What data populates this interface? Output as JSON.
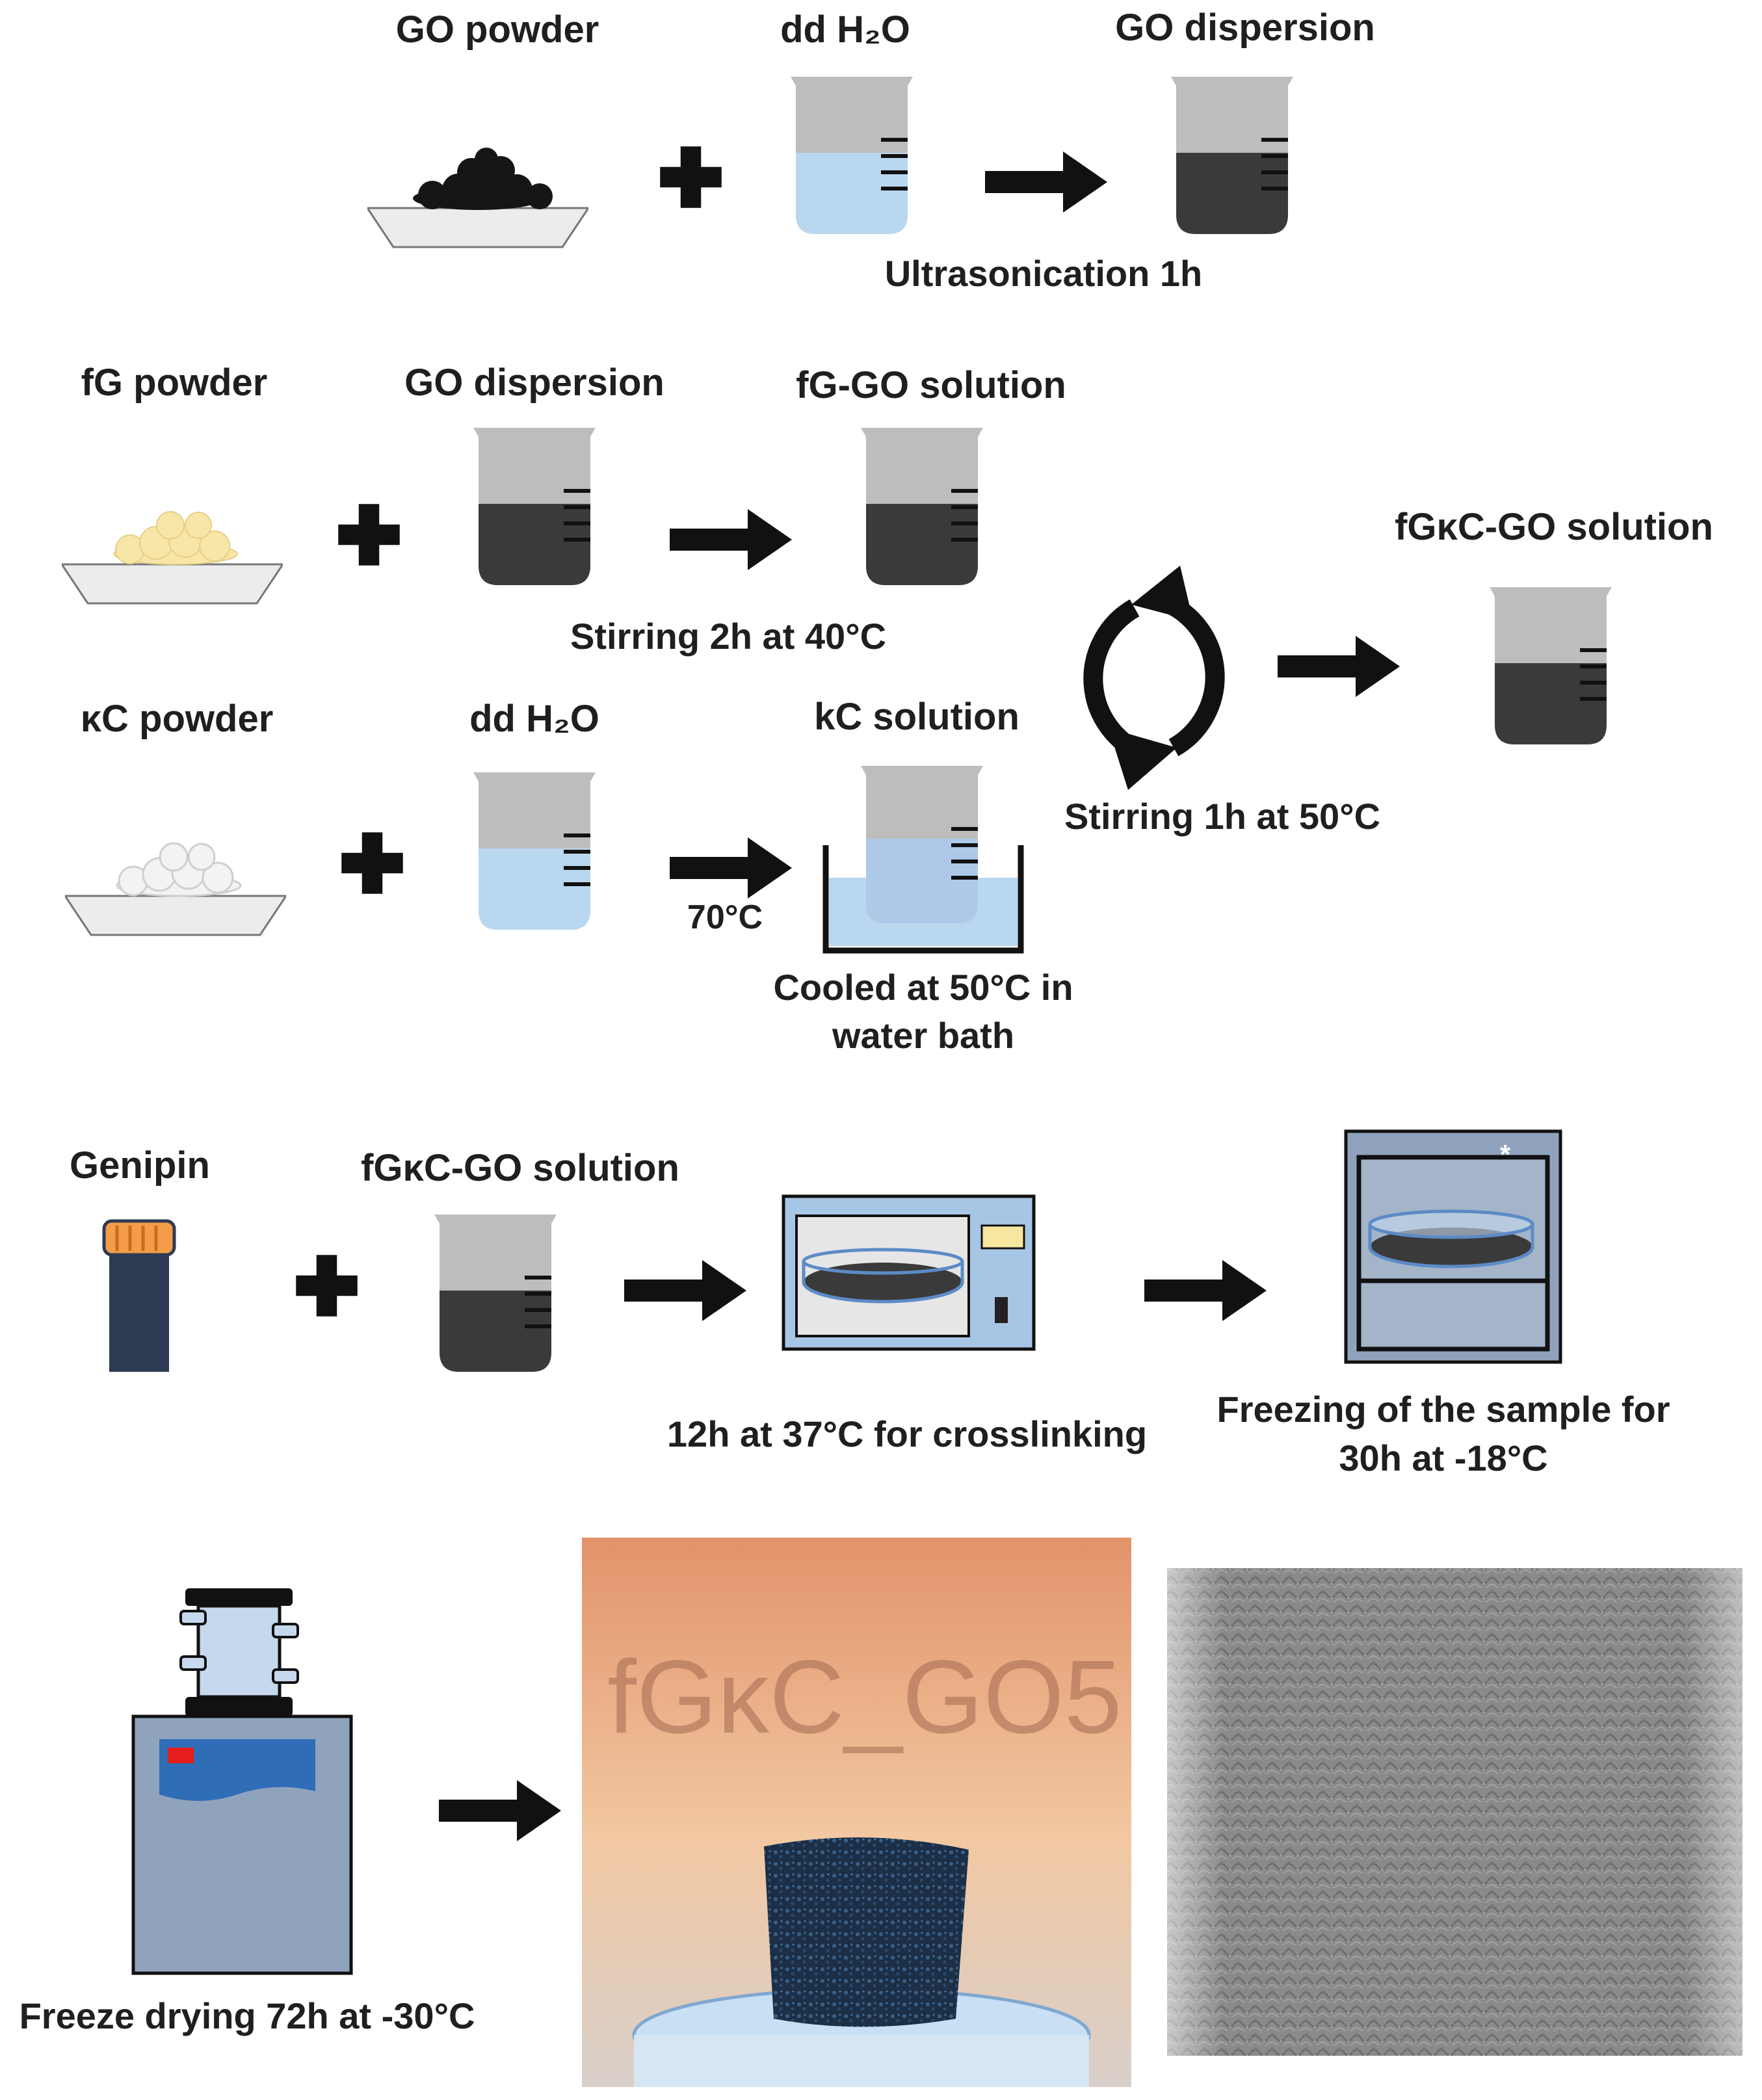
{
  "colors": {
    "beaker_glass": "#bdbdbd",
    "water": "#b9d7ef",
    "go_dark": "#3a3a3a",
    "arrow": "#111111",
    "device": "#a7c6e6",
    "lyophilizer": "#8fa3bd",
    "vial_cap": "#f39c4a",
    "vial_body": "#2e3b52"
  },
  "icons": {
    "dish": "powder-dish-icon",
    "beaker": "beaker-icon",
    "plus": "plus-icon",
    "arrow": "arrow-right-icon",
    "cycle": "cycle-arrows-icon",
    "incubator": "incubator-icon",
    "freezer": "freezer-icon",
    "freeze_dryer": "freeze-dryer-icon",
    "vial": "vial-icon",
    "sample_photo": "sample-photo",
    "micro_ct": "micro-ct-image"
  },
  "step1": {
    "go_powder": "GO powder",
    "dd_h2o": "dd H₂O",
    "go_dispersion": "GO dispersion",
    "ultrasonication": "Ultrasonication 1h"
  },
  "step2": {
    "fg_powder": "fG powder",
    "go_dispersion": "GO dispersion",
    "fg_go_solution": "fG-GO solution",
    "stirring_40": "Stirring 2h at 40°C",
    "kc_powder": "κC powder",
    "dd_h2o": "dd H₂O",
    "kc_solution": "kC solution",
    "temp_70": "70°C",
    "cooled_line1": "Cooled at 50°C in",
    "cooled_line2": "water bath",
    "stirring_50": "Stirring 1h at 50°C",
    "fgkc_go_solution": "fGκC-GO solution"
  },
  "step3": {
    "genipin": "Genipin",
    "fgkc_go_solution": "fGκC-GO solution",
    "crosslinking": "12h at 37°C for crosslinking",
    "freezing_line1": "Freezing of the sample for",
    "freezing_line2": "30h at -18°C"
  },
  "step4": {
    "freeze_drying": "Freeze drying 72h at -30°C",
    "photo_label": "fGκC_GO5"
  }
}
